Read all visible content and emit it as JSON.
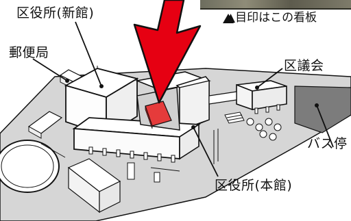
{
  "caption": "▲目印はこの看板",
  "labels": {
    "new_hall": "区役所(新館)",
    "post_office": "郵便局",
    "council": "区議会",
    "bus_stop": "バス停",
    "main_hall": "区役所(本館)"
  },
  "colors": {
    "arrow": "#e60012",
    "highlight": "#e53b3b",
    "ground": "#d6d6d6",
    "ground_dark": "#7c7c7c",
    "building": "#ffffff",
    "outline": "#111111"
  },
  "icons": {
    "pointer": "red-down-arrow-icon",
    "caption_marker": "triangle-up-icon"
  }
}
